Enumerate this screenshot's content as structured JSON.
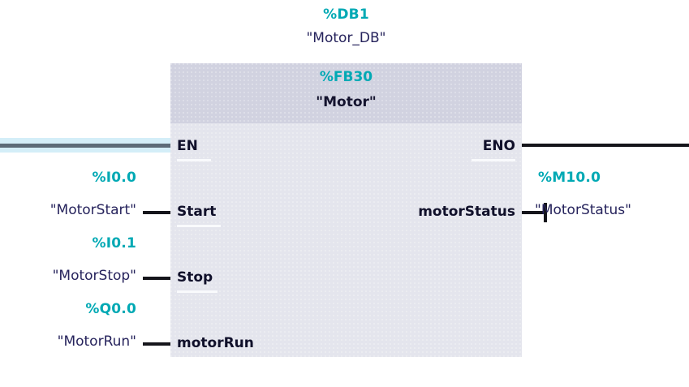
{
  "diagram": {
    "type": "ladder-logic-fb-call",
    "language": "LAD",
    "instance": {
      "address": "%DB1",
      "symbol": "\"Motor_DB\""
    },
    "block": {
      "address": "%FB30",
      "symbol": "\"Motor\""
    },
    "power_rail": {
      "selected": true,
      "color": "#d4eef8"
    },
    "colors": {
      "address_text": "#00a9b4",
      "symbol_text": "#26235c",
      "port_text": "#10102a",
      "box_header": "#d1d2e0",
      "box_body": "#e4e5ed",
      "wire": "#15151b",
      "rail": "#5d6b78"
    },
    "enable": {
      "en_label": "EN",
      "eno_label": "ENO"
    },
    "inputs": [
      {
        "port": "Start",
        "address": "%I0.0",
        "symbol": "\"MotorStart\""
      },
      {
        "port": "Stop",
        "address": "%I0.1",
        "symbol": "\"MotorStop\""
      },
      {
        "port": "motorRun",
        "address": "%Q0.0",
        "symbol": "\"MotorRun\""
      }
    ],
    "outputs": [
      {
        "port": "motorStatus",
        "address": "%M10.0",
        "symbol": "\"MotorStatus\""
      }
    ]
  }
}
